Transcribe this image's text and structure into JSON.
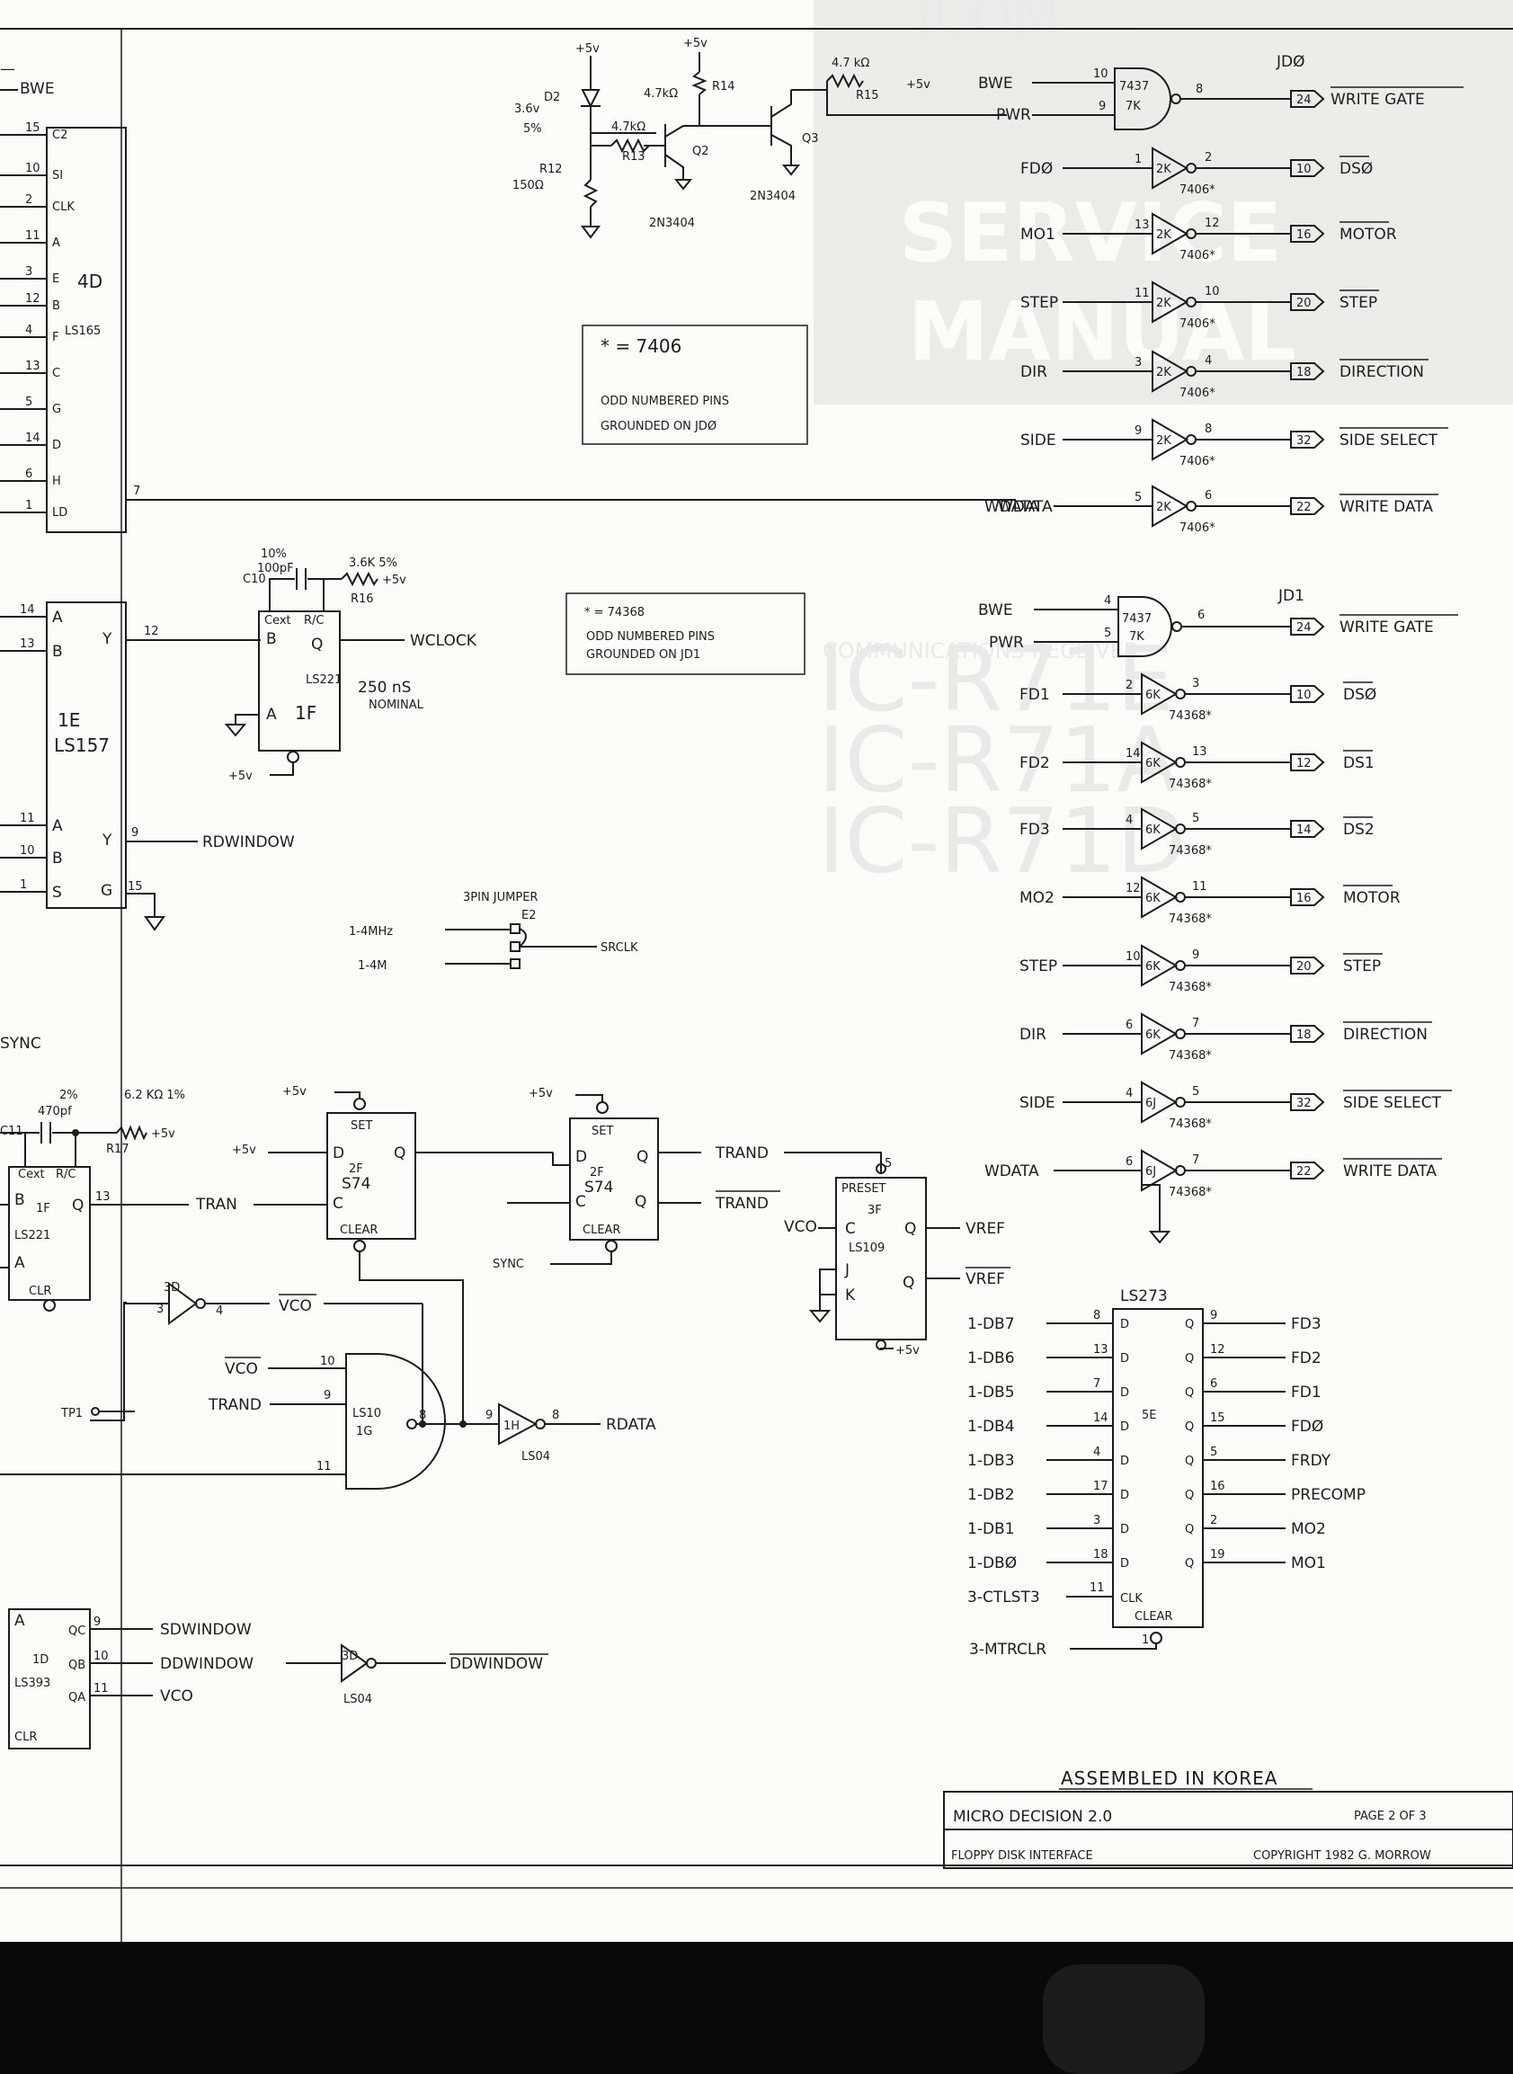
{
  "title_block": {
    "assembled": "ASSEMBLED IN KOREA",
    "product": "MICRO DECISION 2.0",
    "page": "PAGE 2 OF 3",
    "sheet_title": "FLOPPY DISK INTERFACE",
    "copyright": "COPYRIGHT 1982 G. MORROW"
  },
  "notes": {
    "jd0_star": "* = 7406",
    "jd0_note1": "ODD NUMBERED PINS",
    "jd0_note2": "GROUNDED ON JDØ",
    "jd1_star": "* = 74368",
    "jd1_note1": "ODD NUMBERED PINS",
    "jd1_note2": "GROUNDED ON JD1"
  },
  "supply": {
    "d2": "D2",
    "d2_val1": "3.6v",
    "d2_val2": "5%",
    "r12": "R12",
    "r12_val": "150Ω",
    "r13": "R13",
    "r13_val": "4.7kΩ",
    "r14": "R14",
    "r14_val": "4.7kΩ",
    "r15": "R15",
    "r15_val": "4.7 kΩ",
    "q2": "Q2",
    "q3": "Q3",
    "part": "2N3404",
    "vcc": "+5v"
  },
  "top_left": {
    "bwe": "BWE",
    "chip": "4D",
    "chip_type": "LS165",
    "pins": [
      "15",
      "10",
      "2",
      "11",
      "3",
      "12",
      "4",
      "13",
      "5",
      "14",
      "6",
      "1"
    ],
    "pin_names": [
      "C2",
      "SI",
      "CLK",
      "A",
      "E",
      "B",
      "F",
      "C",
      "G",
      "D",
      "H",
      "LD"
    ],
    "qh_pin": "7",
    "wdata": "WDATA"
  },
  "jd0": {
    "header": "JDØ",
    "nand": "7437",
    "nand_loc": "7K",
    "nand_in": [
      "BWE",
      "PWR"
    ],
    "nand_pins": [
      "10",
      "9",
      "8"
    ],
    "out": "WRITE GATE",
    "out_pin": "24",
    "buffers": [
      {
        "in": "FDØ",
        "pin_in": "1",
        "pin_out": "2",
        "out": "DSØ",
        "conn": "10"
      },
      {
        "in": "MO1",
        "pin_in": "13",
        "pin_out": "12",
        "out": "MOTOR",
        "conn": "16"
      },
      {
        "in": "STEP",
        "pin_in": "11",
        "pin_out": "10",
        "out": "STEP",
        "conn": "20"
      },
      {
        "in": "DIR",
        "pin_in": "3",
        "pin_out": "4",
        "out": "DIRECTION",
        "conn": "18"
      },
      {
        "in": "SIDE",
        "pin_in": "9",
        "pin_out": "8",
        "out": "SIDE SELECT",
        "conn": "32"
      },
      {
        "in": "WDATA",
        "pin_in": "5",
        "pin_out": "6",
        "out": "WRITE DATA",
        "conn": "22"
      }
    ],
    "buf_loc": "2K",
    "buf_type": "7406*"
  },
  "jd1": {
    "header": "JD1",
    "nand": "7437",
    "nand_loc": "7K",
    "nand_in": [
      "BWE",
      "PWR"
    ],
    "nand_pins": [
      "4",
      "5",
      "6"
    ],
    "out": "WRITE GATE",
    "out_pin": "24",
    "buffers": [
      {
        "in": "FD1",
        "pin_in": "2",
        "pin_out": "3",
        "out": "DSØ",
        "conn": "10",
        "loc": "6K"
      },
      {
        "in": "FD2",
        "pin_in": "14",
        "pin_out": "13",
        "out": "DS1",
        "conn": "12",
        "loc": "6K"
      },
      {
        "in": "FD3",
        "pin_in": "4",
        "pin_out": "5",
        "out": "DS2",
        "conn": "14",
        "loc": "6K"
      },
      {
        "in": "MO2",
        "pin_in": "12",
        "pin_out": "11",
        "out": "MOTOR",
        "conn": "16",
        "loc": "6K"
      },
      {
        "in": "STEP",
        "pin_in": "10",
        "pin_out": "9",
        "out": "STEP",
        "conn": "20",
        "loc": "6K"
      },
      {
        "in": "DIR",
        "pin_in": "6",
        "pin_out": "7",
        "out": "DIRECTION",
        "conn": "18",
        "loc": "6K"
      },
      {
        "in": "SIDE",
        "pin_in": "4",
        "pin_out": "5",
        "out": "SIDE SELECT",
        "conn": "32",
        "loc": "6J"
      },
      {
        "in": "WDATA",
        "pin_in": "6",
        "pin_out": "7",
        "out": "WRITE DATA",
        "conn": "22",
        "loc": "6J"
      }
    ],
    "buf_type": "74368*"
  },
  "mid_left": {
    "chip": "1E",
    "chip_type": "LS157",
    "in_pins": [
      "14",
      "13",
      "11",
      "10",
      "1"
    ],
    "in_names": [
      "A",
      "B",
      "A",
      "B",
      "S"
    ],
    "out_y1": "Y",
    "out_y1_pin": "12",
    "out_y2": "Y",
    "out_y2_pin": "9",
    "g": "G",
    "g_pin": "15",
    "rdwindow": "RDWINDOW",
    "os_chip": "1F",
    "os_type": "LS221",
    "c10": "C10",
    "c10_val": "100pF",
    "c10_tol": "10%",
    "r16": "R16",
    "r16_val": "3.6K 5%",
    "wclock": "WCLOCK",
    "pulse": "250 nS",
    "pulse2": "NOMINAL",
    "cext": "Cext",
    "rc": "R/C",
    "pin_b": "B",
    "pin_a": "A",
    "pin_q": "Q",
    "vcc": "+5v"
  },
  "jumper": {
    "title": "3PIN JUMPER",
    "name": "E2",
    "in1": "1-4MHz",
    "in2": "1-4M",
    "out": "SRCLK"
  },
  "bottom": {
    "sync": "SYNC",
    "c11": "C11",
    "c11_val": "470pf",
    "c11_tol": "2%",
    "r17": "R17",
    "r17_val": "6.2 KΩ 1%",
    "os_chip": "1F",
    "os_type": "LS221",
    "tran": "TRAN",
    "ff1": "2F",
    "ff1_type": "S74",
    "ff2": "2F",
    "ff2_type": "S74",
    "trand": "TRAND",
    "trand_bar": "TRAND",
    "sync2": "SYNC",
    "vco_bar": "VCO",
    "nand": "1G",
    "nand_type": "LS10",
    "tp1": "TP1",
    "inv1": "1H",
    "inv_type": "LS04",
    "rdata": "RDATA",
    "inv2": "3D",
    "jk": "3F",
    "jk_type": "LS109",
    "preset": "PRESET",
    "vco": "VCO",
    "vref": "VREF",
    "vref_bar": "VREF",
    "counter": "1D",
    "counter_type": "LS393",
    "cnt_outs": [
      "SDWINDOW",
      "DDWINDOW",
      "VCO"
    ],
    "cnt_pins": [
      "9",
      "10",
      "11"
    ],
    "q_names": [
      "QC",
      "QB",
      "QA"
    ],
    "inv3": "3D",
    "inv3_type": "LS04",
    "downdow": "DDWINDOW",
    "clr": "CLR"
  },
  "latch": {
    "chip": "5E",
    "chip_type": "LS273",
    "ins": [
      "1-DB7",
      "1-DB6",
      "1-DB5",
      "1-DB4",
      "1-DB3",
      "1-DB2",
      "1-DB1",
      "1-DBØ"
    ],
    "in_pins": [
      "8",
      "13",
      "7",
      "14",
      "4",
      "17",
      "3",
      "18"
    ],
    "out_pins": [
      "9",
      "12",
      "6",
      "15",
      "5",
      "16",
      "2",
      "19"
    ],
    "outs": [
      "FD3",
      "FD2",
      "FD1",
      "FDØ",
      "FRDY",
      "PRECOMP",
      "MO2",
      "MO1"
    ],
    "clk_in": "3-CTLST3",
    "clk_pin": "11",
    "clr_in": "3-MTRCLR",
    "clr_pin": "1"
  },
  "watermark": [
    "SERVICE",
    "MANUAL",
    "IC-R71E",
    "IC-R71A",
    "IC-R71D",
    "COMMUNICATIONS RECEIVER",
    "ICOM"
  ]
}
